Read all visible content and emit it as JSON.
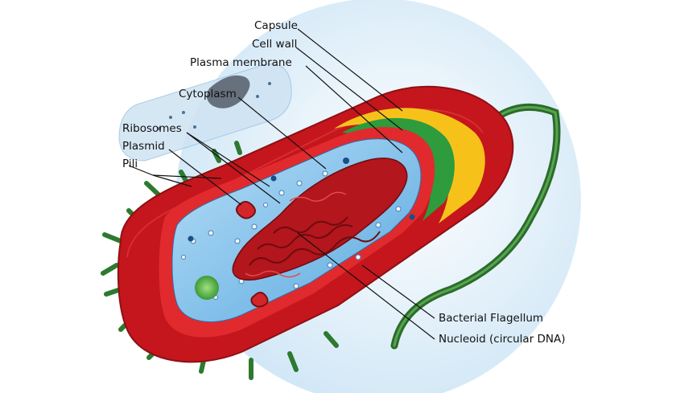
{
  "labels": {
    "capsule": "Capsule",
    "cell_wall": "Cell wall",
    "plasma_membrane": "Plasma membrane",
    "cytoplasm": "Cytoplasm",
    "ribosomes": "Ribosomes",
    "plasmid": "Plasmid",
    "pili": "Pili",
    "flagellum": "Bacterial Flagellum",
    "nucleoid": "Nucleoid (circular DNA)"
  },
  "colors": {
    "backdrop": "#d9ecf8",
    "capsule": "#c4161c",
    "capsule_dark": "#8e1015",
    "cell_wall": "#f6c21a",
    "plasma_membrane": "#2e9b3d",
    "cytoplasm": "#7fbfea",
    "pili": "#2d7a2f",
    "flagellum": "#2d6b2a",
    "nucleoid": "#b3161c"
  }
}
